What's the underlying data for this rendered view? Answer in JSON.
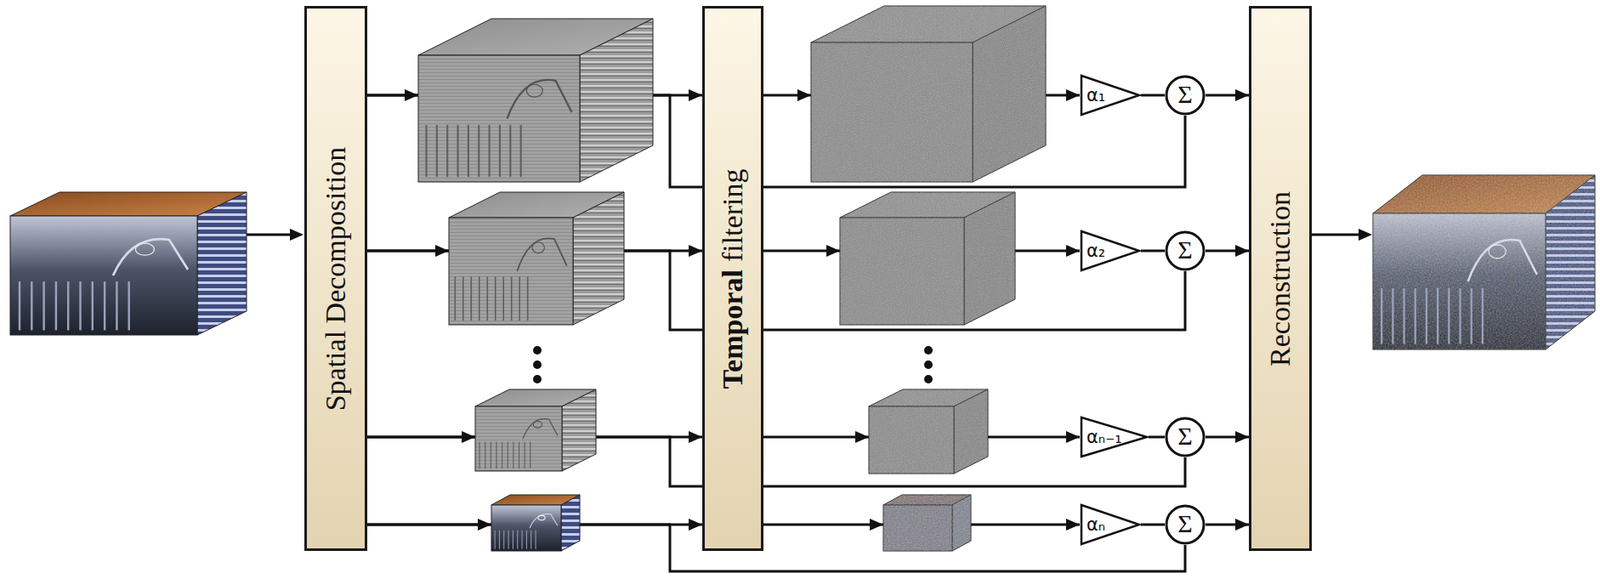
{
  "diagram": {
    "nodes": [
      {
        "text": [
          "Spatial Decomposition"
        ]
      },
      {
        "text": [
          "Temporal",
          "filtering"
        ]
      },
      {
        "text": [
          "α₁"
        ]
      },
      {
        "text": [
          "Σ"
        ]
      },
      {
        "text": [
          "α₂"
        ]
      },
      {
        "text": [
          "Σ"
        ]
      },
      {
        "text": [
          "αₙ₋₁"
        ]
      },
      {
        "text": [
          "Σ"
        ]
      },
      {
        "text": [
          "αₙ"
        ]
      },
      {
        "text": [
          "Σ"
        ]
      },
      {
        "text": [
          "Reconstruction"
        ]
      }
    ],
    "edges": [
      {
        "from": 0,
        "to": 1,
        "arrow": "to"
      },
      {
        "from": 1,
        "to": 2,
        "arrow": "to"
      },
      {
        "from": 2,
        "to": 3,
        "arrow": "none"
      },
      {
        "from": 0,
        "to": 3,
        "arrow": "none"
      },
      {
        "from": 3,
        "to": 10,
        "arrow": "to"
      },
      {
        "from": 0,
        "to": 1,
        "arrow": "to"
      },
      {
        "from": 1,
        "to": 4,
        "arrow": "to"
      },
      {
        "from": 4,
        "to": 5,
        "arrow": "none"
      },
      {
        "from": 0,
        "to": 5,
        "arrow": "none"
      },
      {
        "from": 5,
        "to": 10,
        "arrow": "to"
      },
      {
        "from": 0,
        "to": 1,
        "arrow": "to"
      },
      {
        "from": 1,
        "to": 6,
        "arrow": "to"
      },
      {
        "from": 6,
        "to": 7,
        "arrow": "none"
      },
      {
        "from": 0,
        "to": 7,
        "arrow": "none"
      },
      {
        "from": 7,
        "to": 10,
        "arrow": "to"
      },
      {
        "from": 0,
        "to": 1,
        "arrow": "to"
      },
      {
        "from": 1,
        "to": 8,
        "arrow": "to"
      },
      {
        "from": 8,
        "to": 9,
        "arrow": "none"
      },
      {
        "from": 0,
        "to": 9,
        "arrow": "none"
      },
      {
        "from": 9,
        "to": 10,
        "arrow": "to"
      }
    ]
  }
}
